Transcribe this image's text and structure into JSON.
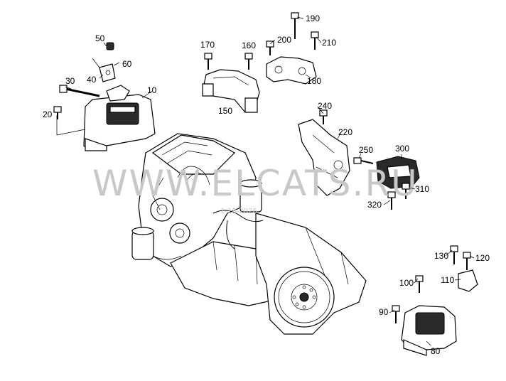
{
  "diagram": {
    "callouts": {
      "c10": "10",
      "c20": "20",
      "c30": "30",
      "c40": "40",
      "c50": "50",
      "c60": "60",
      "c80": "80",
      "c90": "90",
      "c100": "100",
      "c110": "110",
      "c120": "120",
      "c130": "130",
      "c150": "150",
      "c160": "160",
      "c170": "170",
      "c180": "180",
      "c190": "190",
      "c200": "200",
      "c210": "210",
      "c220": "220",
      "c240": "240",
      "c250": "250",
      "c300": "300",
      "c310": "310",
      "c320": "320"
    },
    "watermark": "WWW.ELCATS.RU",
    "watermark_sub": "1-18-2026"
  }
}
